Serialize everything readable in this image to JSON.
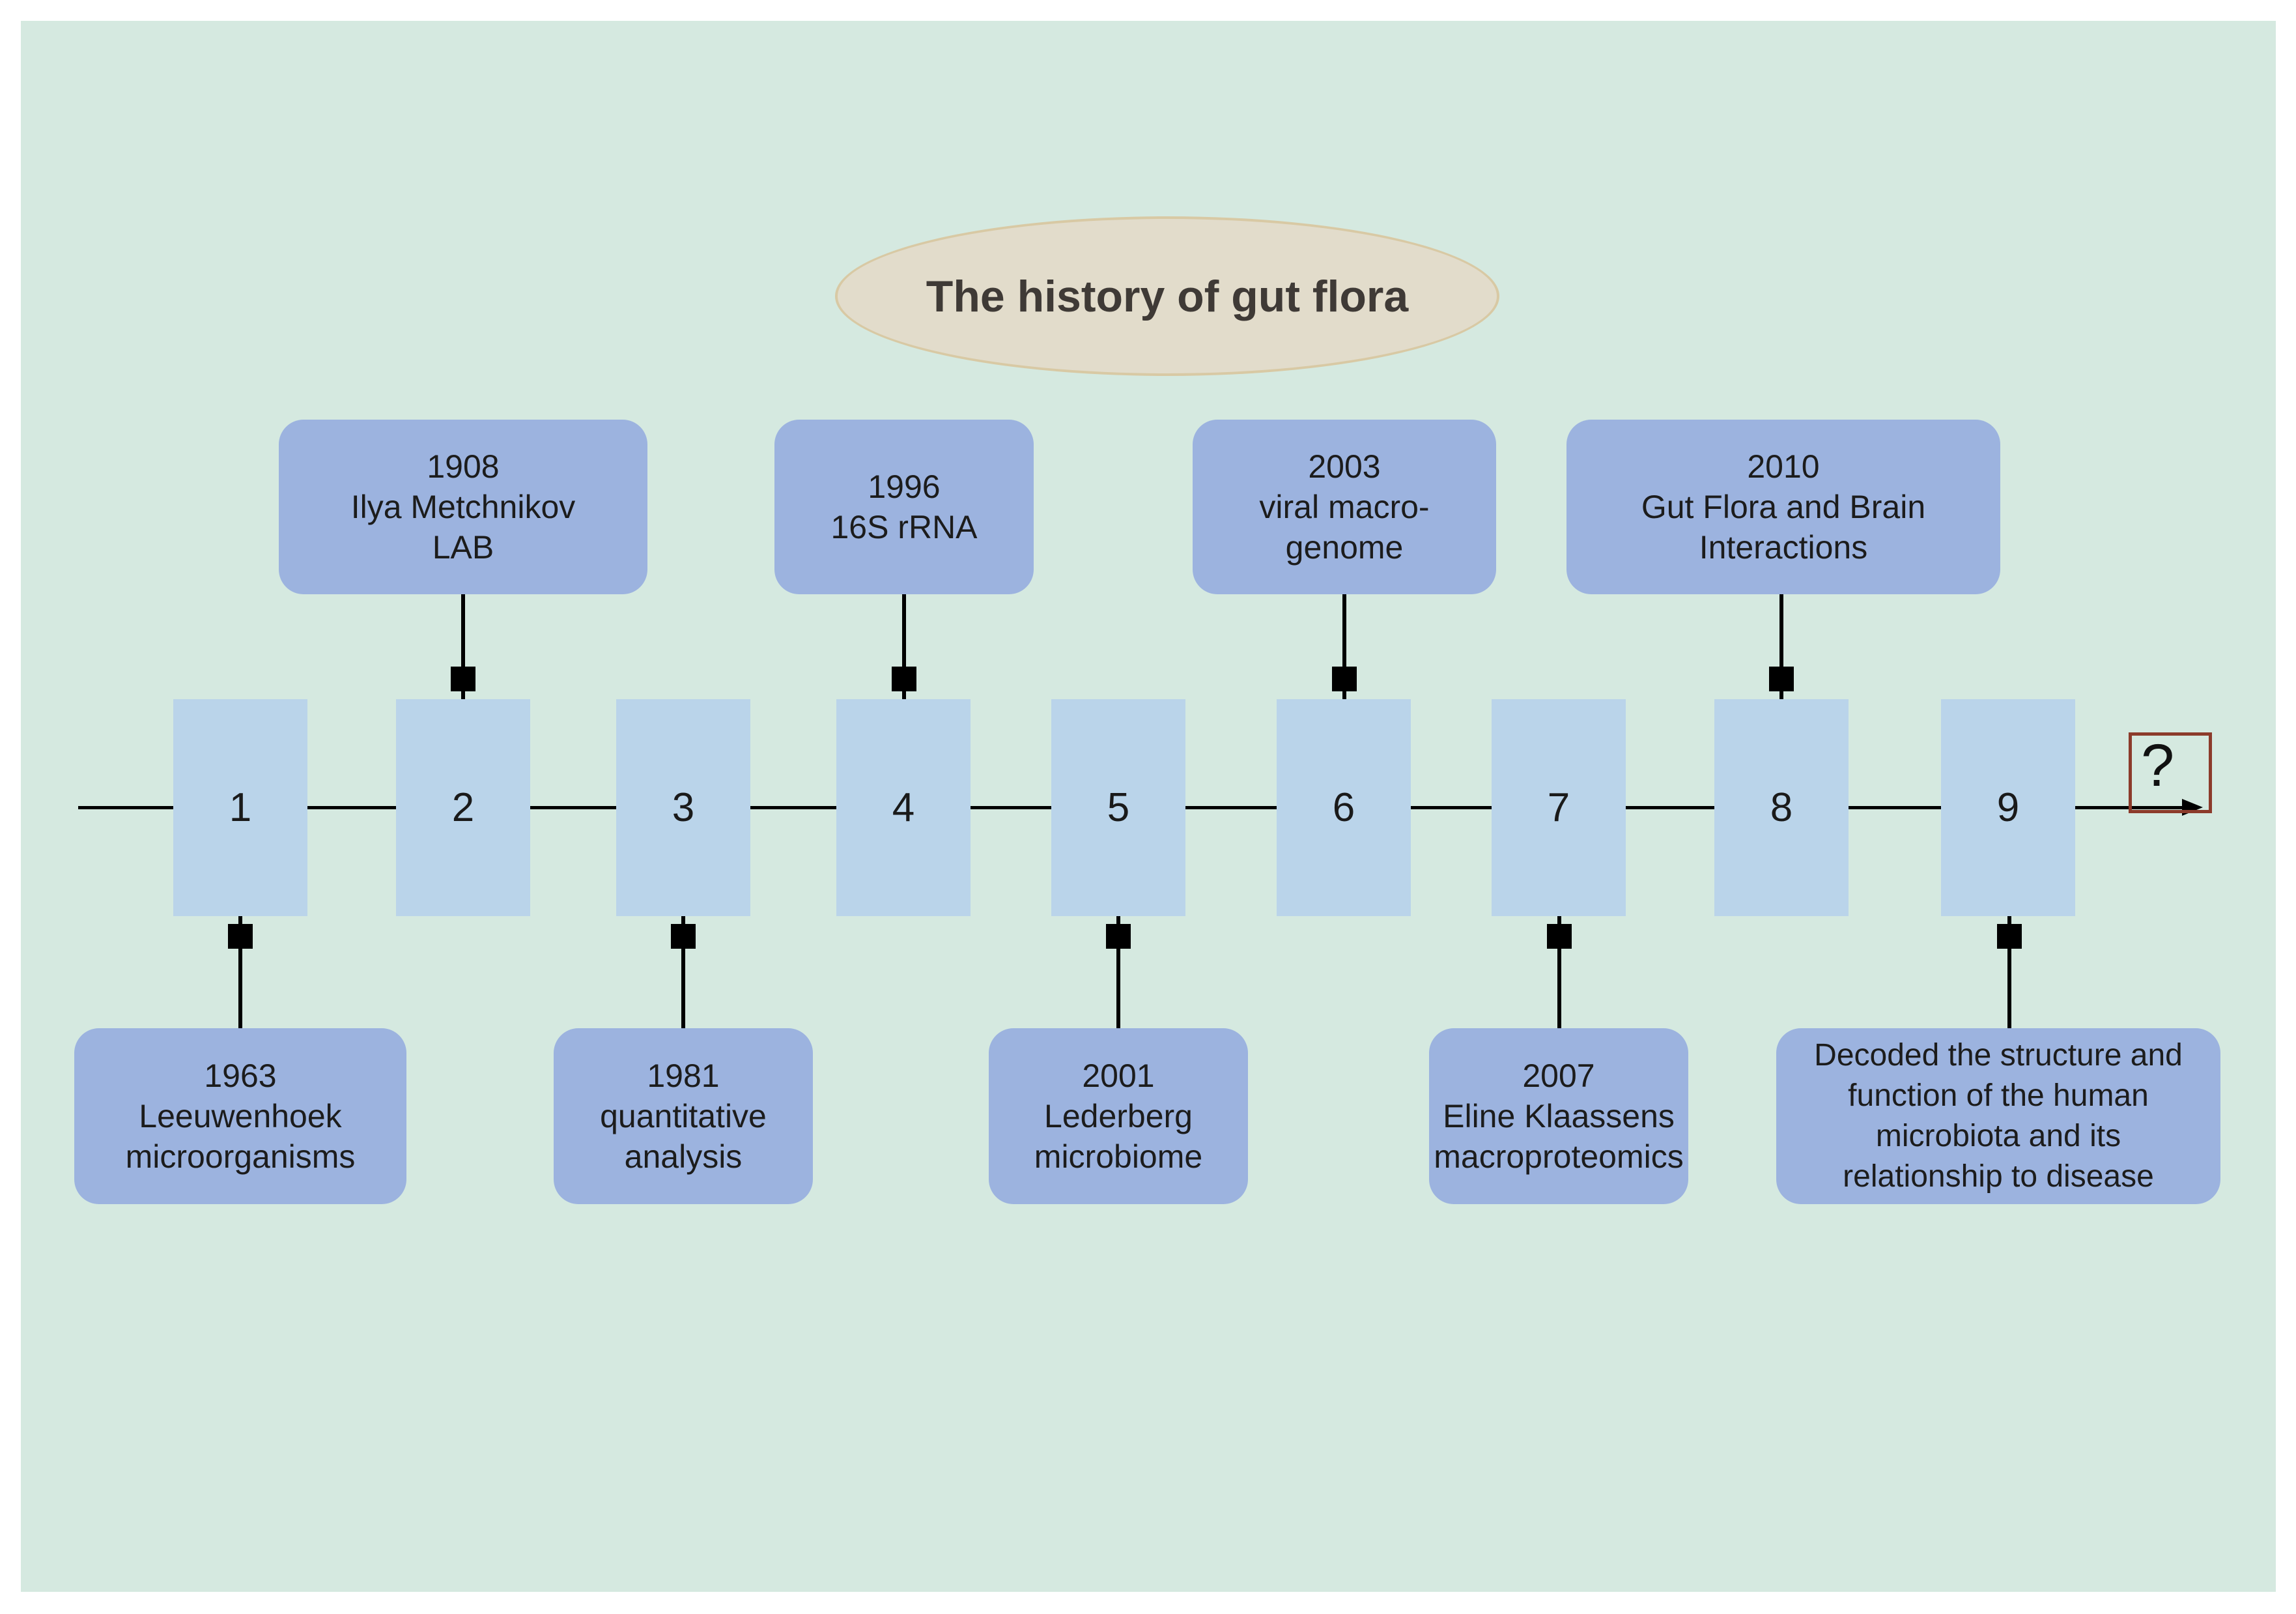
{
  "title": "The history of gut flora",
  "question_mark": "?",
  "timeline_numbers": [
    "1",
    "2",
    "3",
    "4",
    "5",
    "6",
    "7",
    "8",
    "9"
  ],
  "events_top": [
    {
      "index": "2",
      "lines": [
        "1908",
        "Ilya Metchnikov",
        "LAB"
      ]
    },
    {
      "index": "4",
      "lines": [
        "1996",
        "16S rRNA"
      ]
    },
    {
      "index": "6",
      "lines": [
        "2003",
        "viral macro-",
        "genome"
      ]
    },
    {
      "index": "8",
      "lines": [
        "2010",
        "Gut Flora and Brain",
        "Interactions"
      ]
    }
  ],
  "events_bottom": [
    {
      "index": "1",
      "lines": [
        "1963",
        "Leeuwenhoek",
        "microorganisms"
      ]
    },
    {
      "index": "3",
      "lines": [
        "1981",
        "quantitative",
        "analysis"
      ]
    },
    {
      "index": "5",
      "lines": [
        "2001",
        "Lederberg",
        "microbiome"
      ]
    },
    {
      "index": "7",
      "lines": [
        "2007",
        "Eline Klaassens",
        "macroproteomics"
      ]
    },
    {
      "index": "9",
      "lines": [
        "Decoded the structure and",
        "function of the human",
        "microbiota and its",
        "relationship to disease"
      ]
    }
  ],
  "colors": {
    "background": "#d5e9e0",
    "number_box": "#bad4ea",
    "event_box": "#9cb3df",
    "title_fill": "#e2dccb",
    "title_border": "#d8c9a4",
    "question_border": "#8c3b2b"
  }
}
